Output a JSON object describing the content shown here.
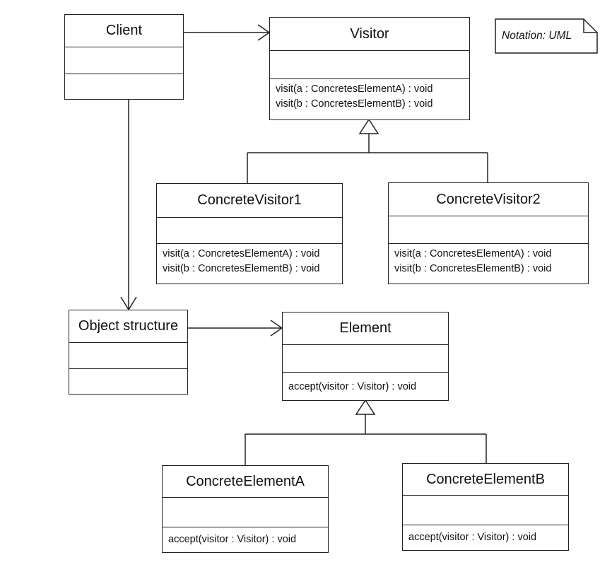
{
  "note": {
    "text": "Notation: UML"
  },
  "classes": {
    "client": {
      "name": "Client",
      "operations": []
    },
    "visitor": {
      "name": "Visitor",
      "operations": [
        "visit(a : ConcretesElementA) : void",
        "visit(b : ConcretesElementB) : void"
      ]
    },
    "concrete_visitor1": {
      "name": "ConcreteVisitor1",
      "operations": [
        "visit(a : ConcretesElementA) : void",
        "visit(b : ConcretesElementB) : void"
      ]
    },
    "concrete_visitor2": {
      "name": "ConcreteVisitor2",
      "operations": [
        "visit(a : ConcretesElementA) : void",
        "visit(b : ConcretesElementB) : void"
      ]
    },
    "object_structure": {
      "name": "Object structure",
      "operations": []
    },
    "element": {
      "name": "Element",
      "operations": [
        "accept(visitor : Visitor) : void"
      ]
    },
    "concrete_element_a": {
      "name": "ConcreteElementA",
      "operations": [
        "accept(visitor : Visitor) : void"
      ]
    },
    "concrete_element_b": {
      "name": "ConcreteElementB",
      "operations": [
        "accept(visitor : Visitor) : void"
      ]
    }
  }
}
